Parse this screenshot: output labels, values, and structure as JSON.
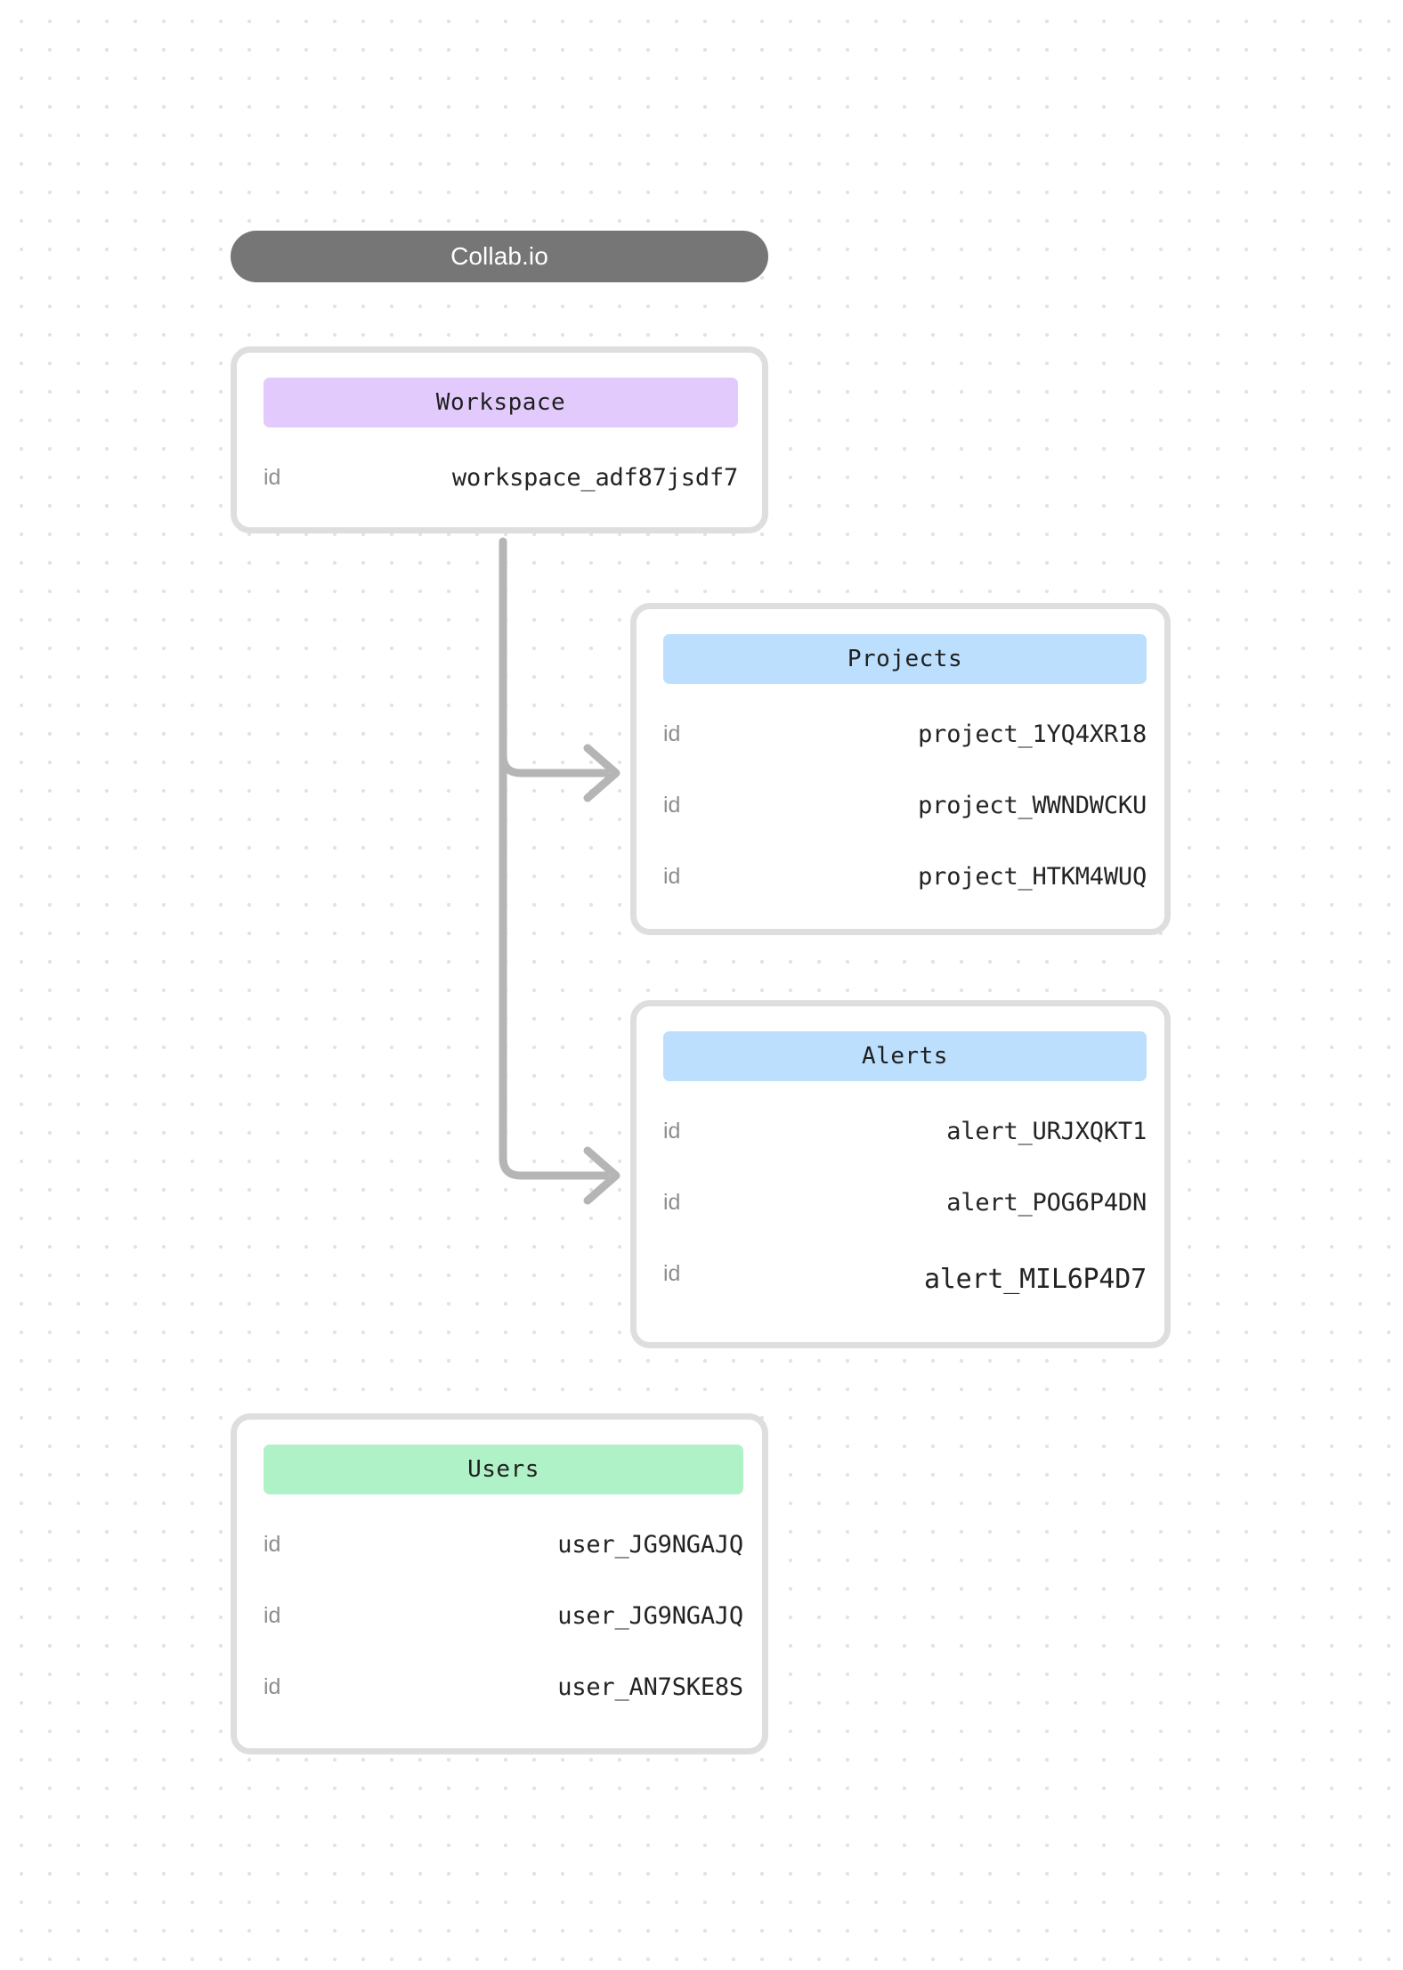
{
  "header": {
    "title": "Collab.io"
  },
  "accent_colors": {
    "workspace_header": "#e2cbfc",
    "projects_header": "#bcdffd",
    "alerts_header": "#bcdffd",
    "users_header": "#b0f2c8",
    "title_pill": "#767676",
    "card_border": "#dedede",
    "connector": "#b5b5b5",
    "grid_dot": "#e3e3e3"
  },
  "entities": {
    "workspace": {
      "title": "Workspace",
      "rows": [
        {
          "label": "id",
          "value": "workspace_adf87jsdf7"
        }
      ]
    },
    "projects": {
      "title": "Projects",
      "rows": [
        {
          "label": "id",
          "value": "project_1YQ4XR18"
        },
        {
          "label": "id",
          "value": "project_WWNDWCKU"
        },
        {
          "label": "id",
          "value": "project_HTKM4WUQ"
        }
      ]
    },
    "alerts": {
      "title": "Alerts",
      "rows": [
        {
          "label": "id",
          "value": "alert_URJXQKT1"
        },
        {
          "label": "id",
          "value": "alert_POG6P4DN"
        },
        {
          "label": "id",
          "value": "alert_MIL6P4D7"
        }
      ]
    },
    "users": {
      "title": "Users",
      "rows": [
        {
          "label": "id",
          "value": "user_JG9NGAJQ"
        },
        {
          "label": "id",
          "value": "user_JG9NGAJQ"
        },
        {
          "label": "id",
          "value": "user_AN7SKE8S"
        }
      ]
    }
  },
  "connections": [
    {
      "from": "workspace",
      "to": "projects"
    },
    {
      "from": "workspace",
      "to": "alerts"
    }
  ]
}
